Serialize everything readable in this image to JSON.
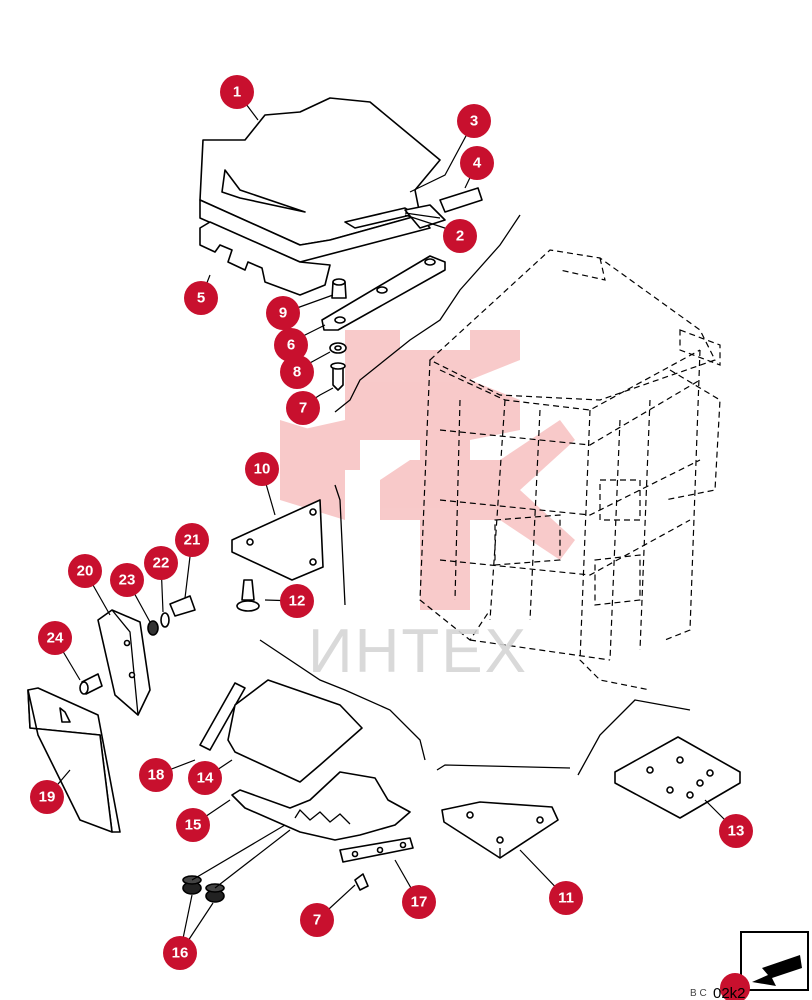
{
  "watermark": {
    "text": "ИНТЕХ"
  },
  "callouts": [
    {
      "id": "c1",
      "label": "1"
    },
    {
      "id": "c2",
      "label": "2"
    },
    {
      "id": "c3",
      "label": "3"
    },
    {
      "id": "c4",
      "label": "4"
    },
    {
      "id": "c5",
      "label": "5"
    },
    {
      "id": "c6",
      "label": "6"
    },
    {
      "id": "c7a",
      "label": "7"
    },
    {
      "id": "c7b",
      "label": "7"
    },
    {
      "id": "c8",
      "label": "8"
    },
    {
      "id": "c9",
      "label": "9"
    },
    {
      "id": "c10",
      "label": "10"
    },
    {
      "id": "c11",
      "label": "11"
    },
    {
      "id": "c12",
      "label": "12"
    },
    {
      "id": "c13",
      "label": "13"
    },
    {
      "id": "c14",
      "label": "14"
    },
    {
      "id": "c15",
      "label": "15"
    },
    {
      "id": "c16",
      "label": "16"
    },
    {
      "id": "c17",
      "label": "17"
    },
    {
      "id": "c18",
      "label": "18"
    },
    {
      "id": "c19",
      "label": "19"
    },
    {
      "id": "c20",
      "label": "20"
    },
    {
      "id": "c21",
      "label": "21"
    },
    {
      "id": "c22",
      "label": "22"
    },
    {
      "id": "c23",
      "label": "23"
    },
    {
      "id": "c24",
      "label": "24"
    }
  ],
  "reference": {
    "prefix": "B C",
    "code": "02k2"
  },
  "colors": {
    "callout": "#c8102e",
    "watermark_logo": "#f08a8a",
    "watermark_text": "#d5d5d5"
  }
}
